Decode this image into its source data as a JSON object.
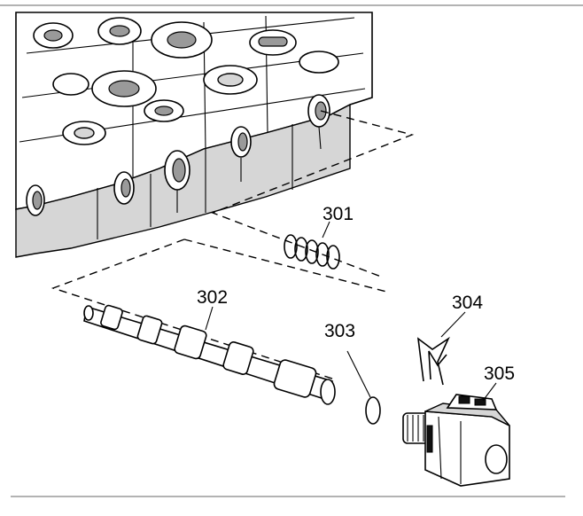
{
  "diagram": {
    "labels": {
      "spring": "301",
      "valve": "302",
      "seal": "303",
      "clip": "304",
      "solenoid": "305"
    }
  }
}
